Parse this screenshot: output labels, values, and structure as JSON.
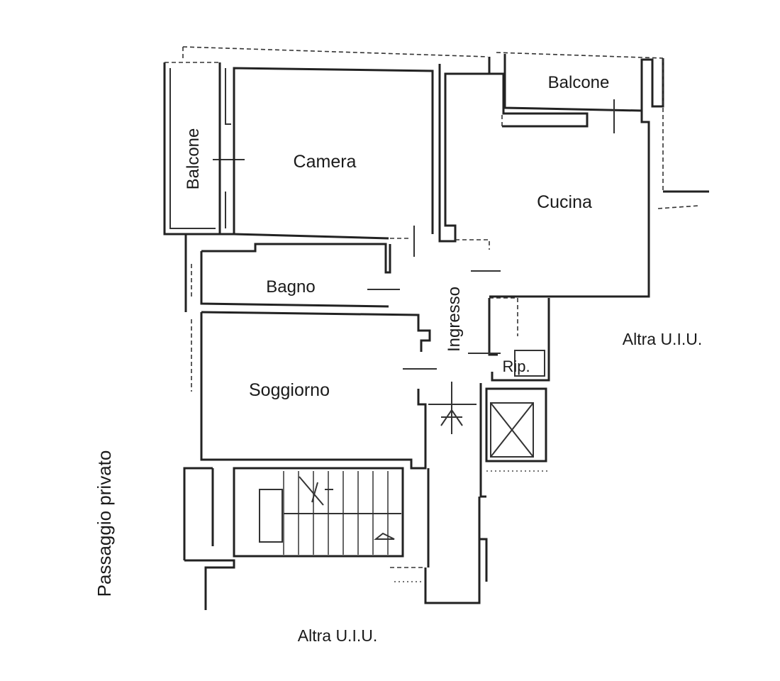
{
  "rooms": {
    "balcone_top": "Balcone",
    "balcone_left": "Balcone",
    "camera": "Camera",
    "cucina": "Cucina",
    "bagno": "Bagno",
    "ingresso": "Ingresso",
    "rip": "Rip.",
    "soggiorno": "Soggiorno"
  },
  "outside": {
    "altra_uiu_right": "Altra U.I.U.",
    "altra_uiu_bottom": "Altra U.I.U.",
    "passaggio": "Passaggio privato"
  }
}
